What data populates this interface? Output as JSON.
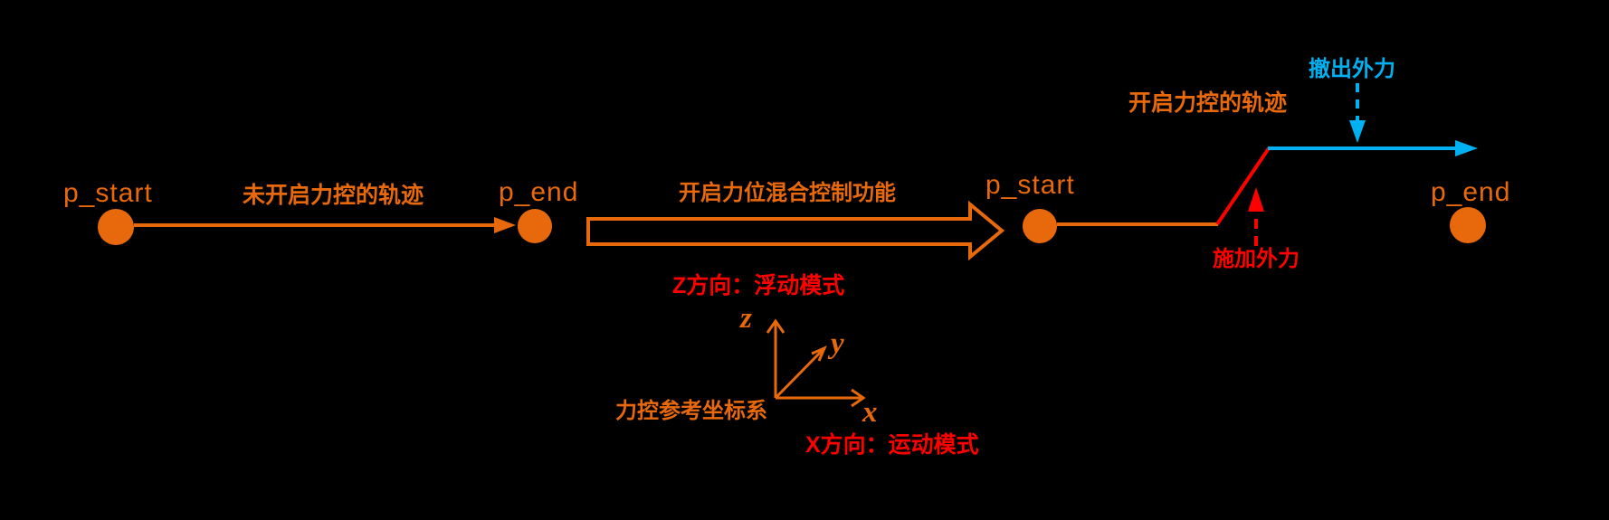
{
  "diagram": {
    "background": "#000000",
    "colors": {
      "orange": "#E8690B",
      "red": "#FF0000",
      "cyan": "#00B0F0"
    },
    "left_trajectory": {
      "p_start": "p_start",
      "p_end": "p_end",
      "label": "未开启力控的轨迹"
    },
    "transition_arrow": {
      "label": "开启力位混合控制功能"
    },
    "right_trajectory": {
      "p_start": "p_start",
      "p_end": "p_end",
      "label": "开启力控的轨迹",
      "apply_force": "施加外力",
      "withdraw_force": "撤出外力"
    },
    "ref_frame": {
      "title": "力控参考坐标系",
      "z_mode": "Z方向：浮动模式",
      "x_mode": "X方向：运动模式",
      "axes": {
        "z": "z",
        "y": "y",
        "x": "x"
      }
    }
  }
}
